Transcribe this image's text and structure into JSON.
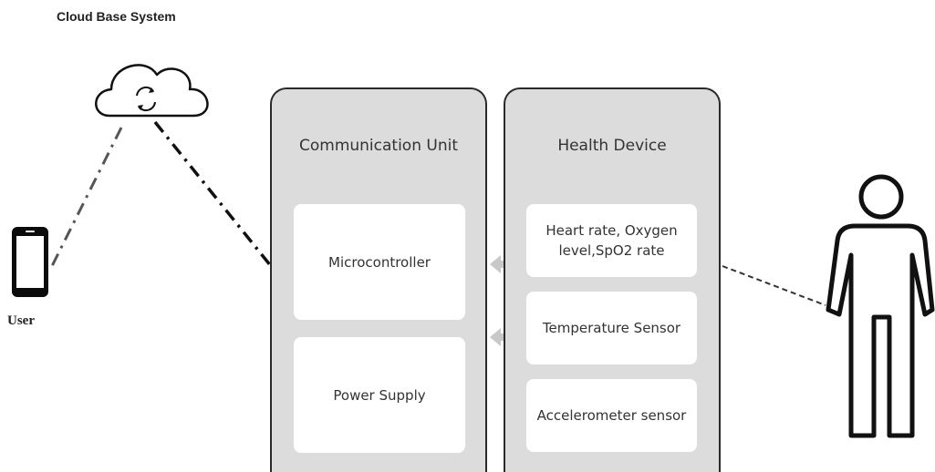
{
  "cloud": {
    "title": "Cloud Base System",
    "icon": "cloud-sync-icon"
  },
  "user": {
    "label": "User",
    "icon": "smartphone-icon"
  },
  "person": {
    "icon": "person-icon"
  },
  "communication_unit": {
    "title": "Communication Unit",
    "items": [
      "Microcontroller",
      "Power Supply"
    ]
  },
  "health_device": {
    "title": "Health Device",
    "items": [
      "Heart rate, Oxygen level,SpO2 rate",
      "Temperature Sensor",
      "Accelerometer sensor"
    ]
  },
  "colors": {
    "panel": "#dcdcdc",
    "panel_border": "#2a2a2a",
    "box": "#ffffff",
    "arrow": "#c8c8c8"
  }
}
